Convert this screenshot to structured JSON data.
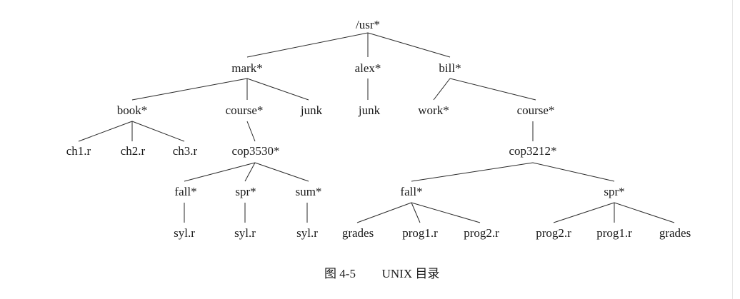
{
  "tree": {
    "root": "/usr*",
    "mark": "mark*",
    "alex": "alex*",
    "bill": "bill*",
    "book": "book*",
    "mark_course": "course*",
    "mark_junk": "junk",
    "alex_junk": "junk",
    "work": "work*",
    "bill_course": "course*",
    "ch1": "ch1.r",
    "ch2": "ch2.r",
    "ch3": "ch3.r",
    "cop3530": "cop3530*",
    "cop3212": "cop3212*",
    "fall_3530": "fall*",
    "spr_3530": "spr*",
    "sum_3530": "sum*",
    "syl_fall": "syl.r",
    "syl_spr": "syl.r",
    "syl_sum": "syl.r",
    "fall_3212": "fall*",
    "spr_3212": "spr*",
    "fall_grades": "grades",
    "fall_prog1": "prog1.r",
    "fall_prog2": "prog2.r",
    "spr_prog2": "prog2.r",
    "spr_prog1": "prog1.r",
    "spr_grades": "grades"
  },
  "caption": {
    "number": "图 4-5",
    "text": "UNIX 目录"
  }
}
